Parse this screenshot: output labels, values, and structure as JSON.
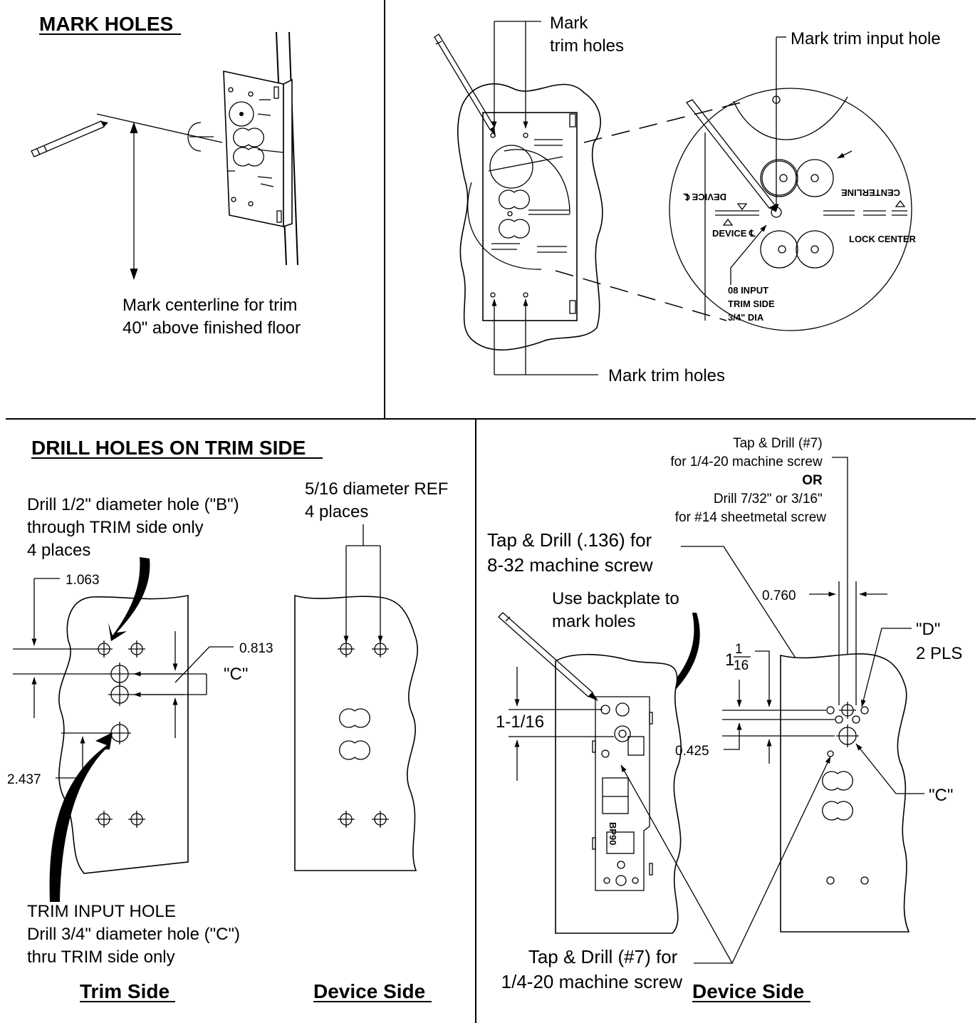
{
  "panels": {
    "mark_holes": {
      "title": "MARK HOLES",
      "centerline_note": [
        "Mark centerline for trim",
        "40\" above finished floor"
      ]
    },
    "mark_detail": {
      "mark_trim_holes_top": [
        "Mark",
        "trim holes"
      ],
      "mark_trim_input_hole": "Mark trim input hole",
      "mark_trim_holes_bottom": "Mark trim holes",
      "template_text": {
        "device_cl_mirror": "DEVICE ℄",
        "device_cl": "DEVICE ℄",
        "lock_center": "LOCK CENTER",
        "centerline_mirror": "CENTERLINE",
        "input_note": [
          "08 INPUT",
          "TRIM SIDE",
          "3/4\" DIA"
        ]
      }
    },
    "drill_trim": {
      "title": "DRILL HOLES ON TRIM SIDE",
      "drill_b_note": [
        "Drill 1/2\" diameter hole (\"B\")",
        "through TRIM side only",
        "4 places"
      ],
      "ref_note": [
        "5/16 diameter REF",
        "4 places"
      ],
      "dims": {
        "d1": "1.063",
        "d2": "0.813",
        "d3": "2.437"
      },
      "c_label": "\"C\"",
      "input_note": [
        "TRIM INPUT HOLE",
        "Drill 3/4\" diameter hole (\"C\")",
        "thru TRIM side only"
      ],
      "trim_side_label": "Trim Side",
      "device_side_label": "Device Side"
    },
    "backplate": {
      "tap7_note": [
        "Tap & Drill (#7)",
        "for 1/4-20 machine screw",
        "OR",
        "Drill 7/32\" or 3/16\"",
        "for #14 sheetmetal screw"
      ],
      "tap136_note": [
        "Tap & Drill (.136) for",
        "8-32 machine screw"
      ],
      "backplate_note": [
        "Use backplate to",
        "mark holes"
      ],
      "dims": {
        "d760": "0.760",
        "d1116_whole": "1",
        "d1116_num": "1",
        "d1116_den": "16",
        "d1_1_16": "1-1/16",
        "d425": "0.425"
      },
      "d_label": [
        "\"D\"",
        "2 PLS"
      ],
      "c_label": "\"C\"",
      "bp_label": "BP90",
      "tap7_bottom": [
        "Tap & Drill (#7) for",
        "1/4-20 machine screw"
      ],
      "device_side_label": "Device Side"
    }
  }
}
